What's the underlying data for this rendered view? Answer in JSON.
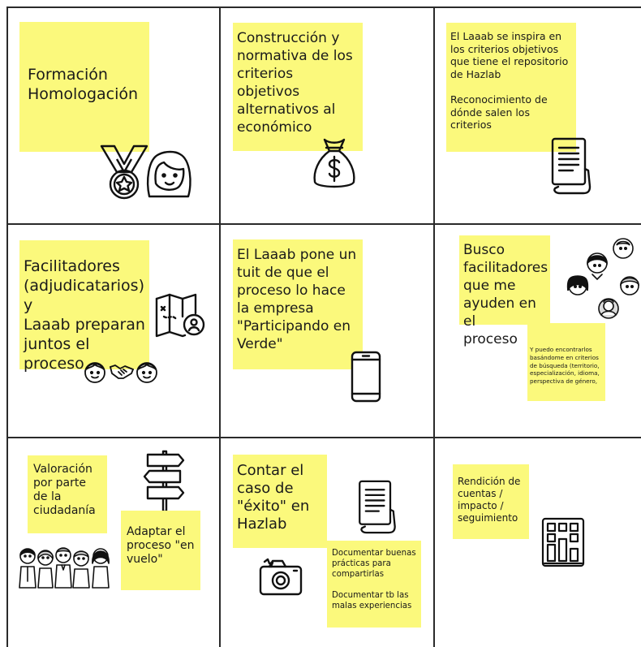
{
  "notes": {
    "formacion": "Formación\nHomologación",
    "construccion": "Construcción y\nnormativa de los\ncriterios\nobjetivos\nalternativos al\neconómico",
    "laaab_inspira": "El Laaab se inspira en\nlos criterios objetivos\nque tiene el repositorio\nde Hazlab",
    "reconocimiento": "Reconocimiento de\ndónde salen los\ncriterios",
    "facilitadores": "Facilitadores\n(adjudicatarios) y\nLaaab preparan\njuntos el\nproceso",
    "laaab_tuit": "El Laaab pone un\ntuit de que el\nproceso lo hace\nla empresa\n\"Participando en\nVerde\"",
    "busco": "Busco\nfacilitadores\nque me\nayuden en el\nproceso",
    "puedo_encontrarlos": "Y puedo encontrarlos\nbasándome en criterios\nde búsqueda (territorio,\nespecialización, idioma,\nperspectiva de género,",
    "valoracion": "Valoración\npor parte\nde la\nciudadanía",
    "adaptar": "Adaptar el\nproceso \"en\nvuelo\"",
    "contar": "Contar el\ncaso de\n\"éxito\" en\nHazlab",
    "documentar_buenas": "Documentar buenas\nprácticas para\ncompartirlas",
    "documentar_malas": "Documentar tb las\nmalas experiencias",
    "rendicion": "Rendición de\ncuentas /\nimpacto /\nseguimiento"
  },
  "icons": [
    "medal-icon",
    "woman-face-icon",
    "money-bag-icon",
    "document-scroll-icon",
    "map-search-icon",
    "boy-face-icon",
    "handshake-icon",
    "smartphone-icon",
    "people-avatars-icon",
    "signpost-icon",
    "crowd-icon",
    "camera-icon",
    "building-chart-icon"
  ],
  "colors": {
    "sticky": "#fbf97c",
    "grid": "#2a2a2a",
    "background": "#ffffff"
  }
}
